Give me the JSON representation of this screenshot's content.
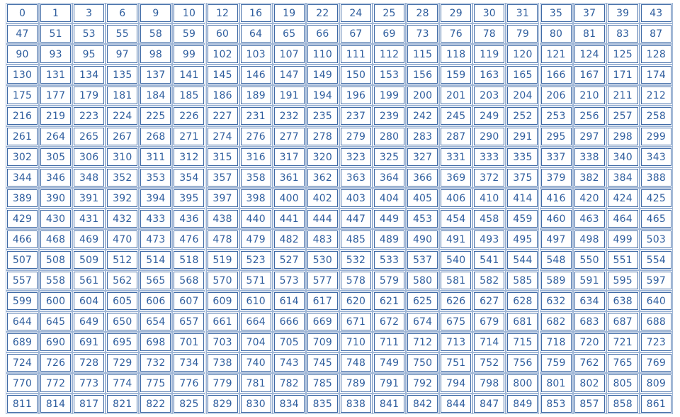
{
  "numbers": [
    "0",
    "1",
    "3",
    "6",
    "9",
    "10",
    "12",
    "16",
    "19",
    "22",
    "24",
    "25",
    "28",
    "29",
    "30",
    "31",
    "35",
    "37",
    "39",
    "43",
    "47",
    "51",
    "53",
    "55",
    "58",
    "59",
    "60",
    "64",
    "65",
    "66",
    "67",
    "69",
    "73",
    "76",
    "78",
    "79",
    "80",
    "81",
    "83",
    "87",
    "90",
    "93",
    "95",
    "97",
    "98",
    "99",
    "102",
    "103",
    "107",
    "110",
    "111",
    "112",
    "115",
    "118",
    "119",
    "120",
    "121",
    "124",
    "125",
    "128",
    "130",
    "131",
    "134",
    "135",
    "137",
    "141",
    "145",
    "146",
    "147",
    "149",
    "150",
    "153",
    "156",
    "159",
    "163",
    "165",
    "166",
    "167",
    "171",
    "174",
    "175",
    "177",
    "179",
    "181",
    "184",
    "185",
    "186",
    "189",
    "191",
    "194",
    "196",
    "199",
    "200",
    "201",
    "203",
    "204",
    "206",
    "210",
    "211",
    "212",
    "216",
    "219",
    "223",
    "224",
    "225",
    "226",
    "227",
    "231",
    "232",
    "235",
    "237",
    "239",
    "242",
    "245",
    "249",
    "252",
    "253",
    "256",
    "257",
    "258",
    "261",
    "264",
    "265",
    "267",
    "268",
    "271",
    "274",
    "276",
    "277",
    "278",
    "279",
    "280",
    "283",
    "287",
    "290",
    "291",
    "295",
    "297",
    "298",
    "299",
    "302",
    "305",
    "306",
    "310",
    "311",
    "312",
    "315",
    "316",
    "317",
    "320",
    "323",
    "325",
    "327",
    "331",
    "333",
    "335",
    "337",
    "338",
    "340",
    "343",
    "344",
    "346",
    "348",
    "352",
    "353",
    "354",
    "357",
    "358",
    "361",
    "362",
    "363",
    "364",
    "366",
    "369",
    "372",
    "375",
    "379",
    "382",
    "384",
    "388",
    "389",
    "390",
    "391",
    "392",
    "394",
    "395",
    "397",
    "398",
    "400",
    "402",
    "403",
    "404",
    "405",
    "406",
    "410",
    "414",
    "416",
    "420",
    "424",
    "425",
    "429",
    "430",
    "431",
    "432",
    "433",
    "436",
    "438",
    "440",
    "441",
    "444",
    "447",
    "449",
    "453",
    "454",
    "458",
    "459",
    "460",
    "463",
    "464",
    "465",
    "466",
    "468",
    "469",
    "470",
    "473",
    "476",
    "478",
    "479",
    "482",
    "483",
    "485",
    "489",
    "490",
    "491",
    "493",
    "495",
    "497",
    "498",
    "499",
    "503",
    "507",
    "508",
    "509",
    "512",
    "514",
    "518",
    "519",
    "523",
    "527",
    "530",
    "532",
    "533",
    "537",
    "540",
    "541",
    "544",
    "548",
    "550",
    "551",
    "554",
    "557",
    "558",
    "561",
    "562",
    "565",
    "568",
    "570",
    "571",
    "573",
    "577",
    "578",
    "579",
    "580",
    "581",
    "582",
    "585",
    "589",
    "591",
    "595",
    "597",
    "599",
    "600",
    "604",
    "605",
    "606",
    "607",
    "609",
    "610",
    "614",
    "617",
    "620",
    "621",
    "625",
    "626",
    "627",
    "628",
    "632",
    "634",
    "638",
    "640",
    "644",
    "645",
    "649",
    "650",
    "654",
    "657",
    "661",
    "664",
    "666",
    "669",
    "671",
    "672",
    "674",
    "675",
    "679",
    "681",
    "682",
    "683",
    "687",
    "688",
    "689",
    "690",
    "691",
    "695",
    "698",
    "701",
    "703",
    "704",
    "705",
    "709",
    "710",
    "711",
    "712",
    "713",
    "714",
    "715",
    "718",
    "720",
    "721",
    "723",
    "724",
    "726",
    "728",
    "729",
    "732",
    "734",
    "738",
    "740",
    "743",
    "745",
    "748",
    "749",
    "750",
    "751",
    "752",
    "756",
    "759",
    "762",
    "765",
    "769",
    "770",
    "772",
    "773",
    "774",
    "775",
    "776",
    "779",
    "781",
    "782",
    "785",
    "789",
    "791",
    "792",
    "794",
    "798",
    "800",
    "801",
    "802",
    "805",
    "809",
    "811",
    "814",
    "817",
    "821",
    "822",
    "825",
    "829",
    "830",
    "834",
    "835",
    "838",
    "841",
    "842",
    "844",
    "847",
    "849",
    "853",
    "857",
    "858",
    "861"
  ],
  "colors": {
    "border": "#3f6aa6",
    "text": "#2f5e9e",
    "background": "#ffffff"
  }
}
